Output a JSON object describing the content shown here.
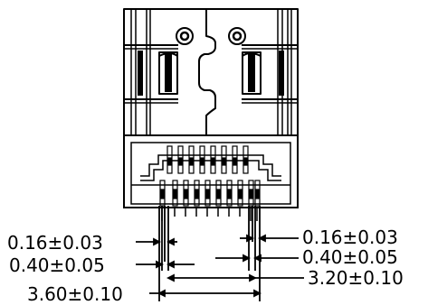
{
  "dimensions": {
    "pin_width_left": "0.16±0.03",
    "pin_pitch_left": "0.40±0.05",
    "overall_width": "3.60±0.10",
    "pin_width_right": "0.16±0.03",
    "pin_pitch_right": "0.40±0.05",
    "inner_width": "3.20±0.10"
  },
  "colors": {
    "ink": "#000000",
    "paper": "#ffffff"
  }
}
